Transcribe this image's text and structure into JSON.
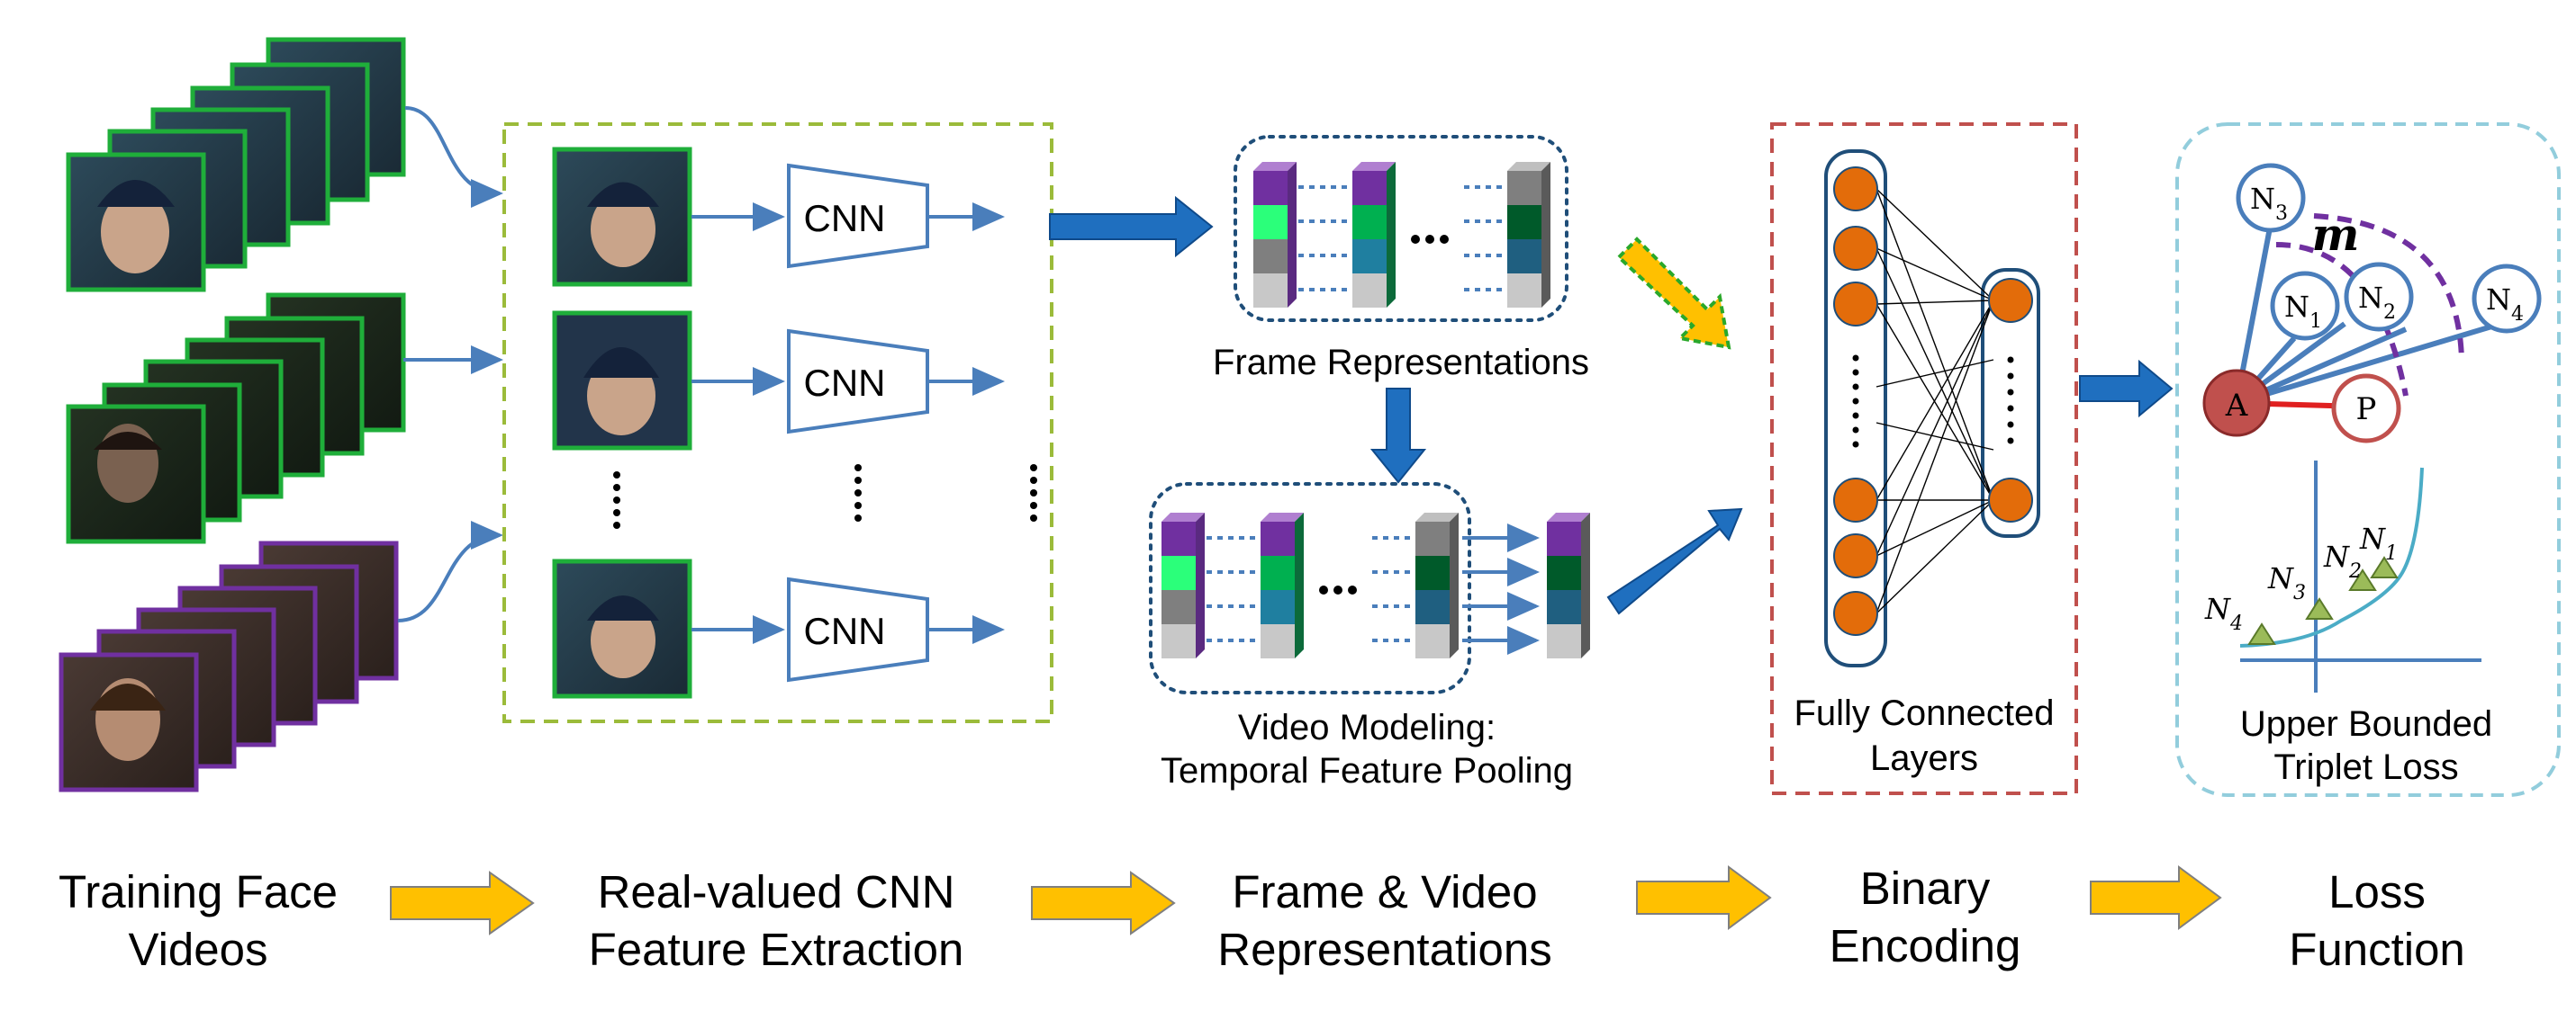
{
  "cnn": {
    "label": "CNN"
  },
  "frame_representations": {
    "label": "Frame Representations"
  },
  "video_modeling": {
    "line1": "Video Modeling:",
    "line2": "Temporal Feature Pooling"
  },
  "fc": {
    "line1": "Fully Connected",
    "line2": "Layers"
  },
  "loss_box": {
    "margin_symbol": "m",
    "anchor": "A",
    "positive": "P",
    "negatives": [
      {
        "base": "N",
        "sub": "3"
      },
      {
        "base": "N",
        "sub": "1"
      },
      {
        "base": "N",
        "sub": "2"
      },
      {
        "base": "N",
        "sub": "4"
      }
    ],
    "graph_points": [
      {
        "base": "N",
        "sub": "4"
      },
      {
        "base": "N",
        "sub": "3"
      },
      {
        "base": "N",
        "sub": "2"
      },
      {
        "base": "N",
        "sub": "1"
      }
    ],
    "caption_line1": "Upper Bounded",
    "caption_line2": "Triplet Loss"
  },
  "pipeline": [
    {
      "line1": "Training Face",
      "line2": "Videos"
    },
    {
      "line1": "Real-valued CNN",
      "line2": "Feature Extraction"
    },
    {
      "line1": "Frame & Video",
      "line2": "Representations"
    },
    {
      "line1": "Binary",
      "line2": "Encoding"
    },
    {
      "line1": "Loss",
      "line2": "Function"
    }
  ],
  "colors": {
    "green_border": "#1fae3a",
    "purple_border": "#7030a0",
    "dashed_green": "#9bbb3a",
    "dashed_red": "#c0504d",
    "dashed_cyan": "#92cddc",
    "dotted_blue": "#1f4e79",
    "blue_arrow": "#1f6fbf",
    "orange_node": "#e36c0a",
    "yellow_arrow": "#ffc000",
    "line_blue": "#4a7ebb"
  }
}
